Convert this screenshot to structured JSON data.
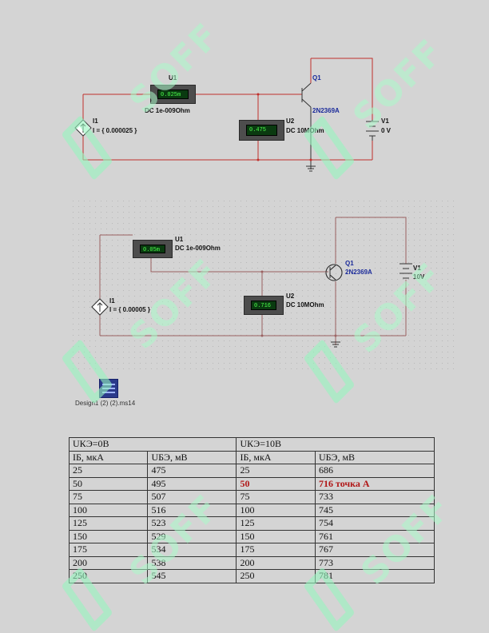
{
  "watermark": "SOFF",
  "circuit1": {
    "u1": {
      "name": "U1",
      "reading": "0.025m",
      "mode": "DC  1e-009Ohm"
    },
    "u2": {
      "name": "U2",
      "reading": "0.475",
      "mode": "DC  10MOhm"
    },
    "q1": {
      "name": "Q1",
      "model": "2N2369A"
    },
    "v1": {
      "name": "V1",
      "value": "0 V"
    },
    "i1": {
      "name": "I1",
      "value": "I = { 0.000025 }"
    }
  },
  "circuit2": {
    "u1": {
      "name": "U1",
      "reading": "0.05m",
      "mode": "DC  1e-009Ohm"
    },
    "u2": {
      "name": "U2",
      "reading": "0.716",
      "mode": "DC  10MOhm"
    },
    "q1": {
      "name": "Q1",
      "model": "2N2369A"
    },
    "v1": {
      "name": "V1",
      "value": "10V"
    },
    "i1": {
      "name": "I1",
      "value": "I = { 0.00005 }"
    }
  },
  "file_label": "Design1 (2) (2).ms14",
  "table": {
    "group_left": "UКЭ=0В",
    "group_right": "UКЭ=10В",
    "col_ib": "IБ, мкА",
    "col_ube": "UБЭ, мВ",
    "rows": [
      [
        "25",
        "475",
        "25",
        "686"
      ],
      [
        "50",
        "495",
        "50",
        "716 точка А"
      ],
      [
        "75",
        "507",
        "75",
        "733"
      ],
      [
        "100",
        "516",
        "100",
        "745"
      ],
      [
        "125",
        "523",
        "125",
        "754"
      ],
      [
        "150",
        "529",
        "150",
        "761"
      ],
      [
        "175",
        "534",
        "175",
        "767"
      ],
      [
        "200",
        "538",
        "200",
        "773"
      ],
      [
        "250",
        "545",
        "250",
        "781"
      ]
    ]
  }
}
